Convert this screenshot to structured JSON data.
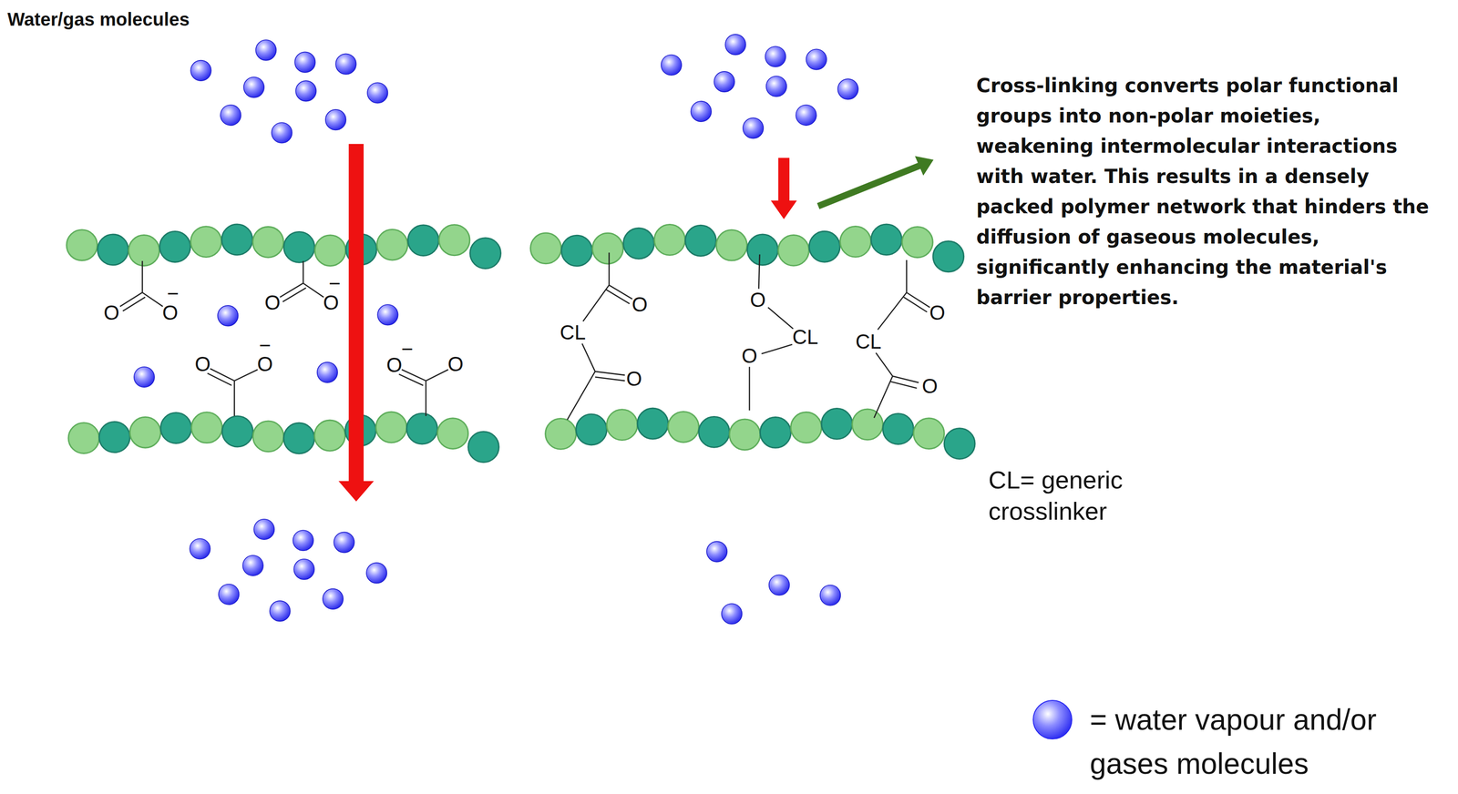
{
  "diagram": {
    "labels": [
      "Water/gas molecules",
      "O",
      "O",
      "−",
      "O",
      "O",
      "−",
      "O",
      "O",
      "−",
      "O",
      "O",
      "−",
      "O",
      "CL",
      "O",
      "O",
      "CL",
      "O",
      "O",
      "CL",
      "O",
      "Cross-linking converts polar functional groups into non-polar moieties, weakening intermolecular interactions with water. This results in a densely packed polymer network that hinders the diffusion of gaseous molecules, significantly enhancing the material's barrier properties.",
      "CL= generic crosslinker"
    ],
    "legend": [
      {
        "text": "= water vapour and/or gases molecules",
        "color": "#2626f0"
      }
    ]
  }
}
